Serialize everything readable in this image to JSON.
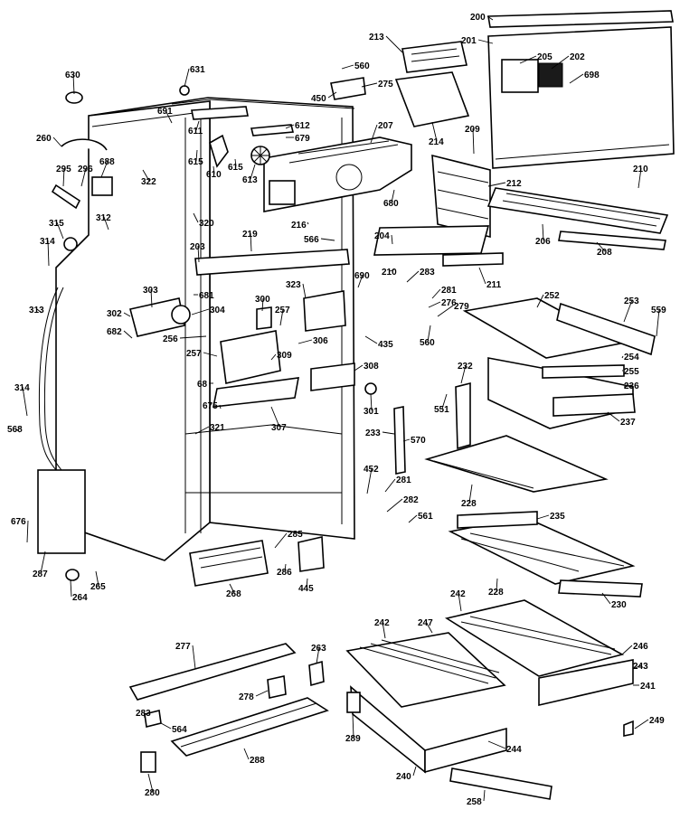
{
  "callouts": [
    {
      "id": "200",
      "text": "200"
    },
    {
      "id": "201",
      "text": "201"
    },
    {
      "id": "202",
      "text": "202"
    },
    {
      "id": "205",
      "text": "205"
    },
    {
      "id": "698",
      "text": "698"
    },
    {
      "id": "213",
      "text": "213"
    },
    {
      "id": "560a",
      "text": "560"
    },
    {
      "id": "450",
      "text": "450"
    },
    {
      "id": "275",
      "text": "275"
    },
    {
      "id": "214",
      "text": "214"
    },
    {
      "id": "207",
      "text": "207"
    },
    {
      "id": "209",
      "text": "209"
    },
    {
      "id": "210a",
      "text": "210"
    },
    {
      "id": "212",
      "text": "212"
    },
    {
      "id": "680",
      "text": "680"
    },
    {
      "id": "206",
      "text": "206"
    },
    {
      "id": "208",
      "text": "208"
    },
    {
      "id": "630",
      "text": "630"
    },
    {
      "id": "631",
      "text": "631"
    },
    {
      "id": "691",
      "text": "691"
    },
    {
      "id": "611",
      "text": "611"
    },
    {
      "id": "612",
      "text": "612"
    },
    {
      "id": "679",
      "text": "679"
    },
    {
      "id": "615a",
      "text": "615"
    },
    {
      "id": "615b",
      "text": "615"
    },
    {
      "id": "610",
      "text": "610"
    },
    {
      "id": "613",
      "text": "613"
    },
    {
      "id": "260",
      "text": "260"
    },
    {
      "id": "295",
      "text": "295"
    },
    {
      "id": "296",
      "text": "296"
    },
    {
      "id": "688",
      "text": "688"
    },
    {
      "id": "322",
      "text": "322"
    },
    {
      "id": "320",
      "text": "320"
    },
    {
      "id": "216",
      "text": "216"
    },
    {
      "id": "315",
      "text": "315"
    },
    {
      "id": "312",
      "text": "312"
    },
    {
      "id": "314a",
      "text": "314"
    },
    {
      "id": "219",
      "text": "219"
    },
    {
      "id": "566",
      "text": "566"
    },
    {
      "id": "204",
      "text": "204"
    },
    {
      "id": "203",
      "text": "203"
    },
    {
      "id": "210b",
      "text": "210"
    },
    {
      "id": "283a",
      "text": "283"
    },
    {
      "id": "211",
      "text": "211"
    },
    {
      "id": "690",
      "text": "690"
    },
    {
      "id": "252",
      "text": "252"
    },
    {
      "id": "253",
      "text": "253"
    },
    {
      "id": "559",
      "text": "559"
    },
    {
      "id": "681",
      "text": "681"
    },
    {
      "id": "323",
      "text": "323"
    },
    {
      "id": "281a",
      "text": "281"
    },
    {
      "id": "276",
      "text": "276"
    },
    {
      "id": "279",
      "text": "279"
    },
    {
      "id": "303",
      "text": "303"
    },
    {
      "id": "300",
      "text": "300"
    },
    {
      "id": "313",
      "text": "313"
    },
    {
      "id": "302",
      "text": "302"
    },
    {
      "id": "304",
      "text": "304"
    },
    {
      "id": "257a",
      "text": "257"
    },
    {
      "id": "682",
      "text": "682"
    },
    {
      "id": "256",
      "text": "256"
    },
    {
      "id": "560b",
      "text": "560"
    },
    {
      "id": "435",
      "text": "435"
    },
    {
      "id": "254",
      "text": "254"
    },
    {
      "id": "255",
      "text": "255"
    },
    {
      "id": "306",
      "text": "306"
    },
    {
      "id": "257b",
      "text": "257"
    },
    {
      "id": "309",
      "text": "309"
    },
    {
      "id": "236",
      "text": "236"
    },
    {
      "id": "308",
      "text": "308"
    },
    {
      "id": "68",
      "text": "68"
    },
    {
      "id": "232",
      "text": "232"
    },
    {
      "id": "314b",
      "text": "314"
    },
    {
      "id": "675",
      "text": "675"
    },
    {
      "id": "301",
      "text": "301"
    },
    {
      "id": "551",
      "text": "551"
    },
    {
      "id": "237",
      "text": "237"
    },
    {
      "id": "307",
      "text": "307"
    },
    {
      "id": "568",
      "text": "568"
    },
    {
      "id": "321",
      "text": "321"
    },
    {
      "id": "233",
      "text": "233"
    },
    {
      "id": "570",
      "text": "570"
    },
    {
      "id": "452",
      "text": "452"
    },
    {
      "id": "281b",
      "text": "281"
    },
    {
      "id": "228a",
      "text": "228"
    },
    {
      "id": "282",
      "text": "282"
    },
    {
      "id": "235",
      "text": "235"
    },
    {
      "id": "561",
      "text": "561"
    },
    {
      "id": "676",
      "text": "676"
    },
    {
      "id": "285",
      "text": "285"
    },
    {
      "id": "287",
      "text": "287"
    },
    {
      "id": "286",
      "text": "286"
    },
    {
      "id": "228b",
      "text": "228"
    },
    {
      "id": "264",
      "text": "264"
    },
    {
      "id": "265",
      "text": "265"
    },
    {
      "id": "445",
      "text": "445"
    },
    {
      "id": "268",
      "text": "268"
    },
    {
      "id": "230",
      "text": "230"
    },
    {
      "id": "242a",
      "text": "242"
    },
    {
      "id": "242b",
      "text": "242"
    },
    {
      "id": "247",
      "text": "247"
    },
    {
      "id": "277",
      "text": "277"
    },
    {
      "id": "263",
      "text": "263"
    },
    {
      "id": "246",
      "text": "246"
    },
    {
      "id": "243",
      "text": "243"
    },
    {
      "id": "278",
      "text": "278"
    },
    {
      "id": "241",
      "text": "241"
    },
    {
      "id": "283b",
      "text": "283"
    },
    {
      "id": "564",
      "text": "564"
    },
    {
      "id": "249",
      "text": "249"
    },
    {
      "id": "289",
      "text": "289"
    },
    {
      "id": "244",
      "text": "244"
    },
    {
      "id": "288",
      "text": "288"
    },
    {
      "id": "240",
      "text": "240"
    },
    {
      "id": "280",
      "text": "280"
    },
    {
      "id": "258",
      "text": "258"
    }
  ]
}
